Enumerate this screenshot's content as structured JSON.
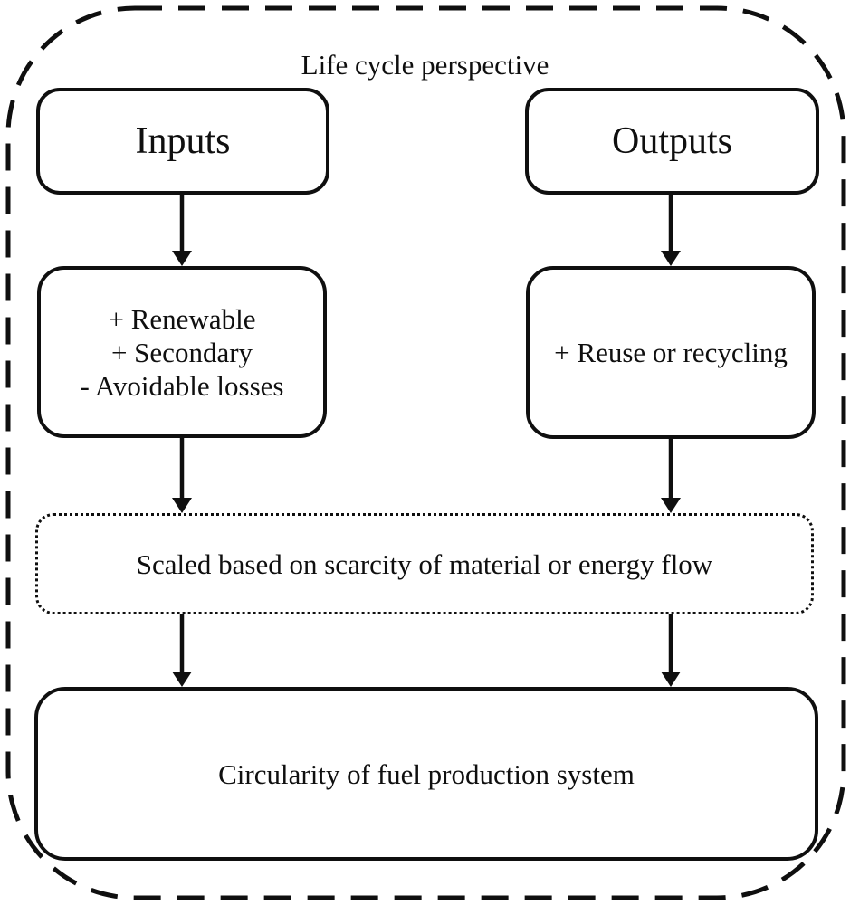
{
  "diagram": {
    "title": "Life cycle perspective",
    "boxes": {
      "inputs": {
        "label": "Inputs"
      },
      "outputs": {
        "label": "Outputs"
      },
      "input_adjustments": {
        "lines": [
          "+ Renewable",
          "+ Secondary",
          "- Avoidable losses"
        ]
      },
      "output_adjustments": {
        "label": "+ Reuse or recycling"
      },
      "scaling": {
        "label": "Scaled based on scarcity of material or energy flow"
      },
      "circularity": {
        "label": "Circularity of fuel production system"
      }
    },
    "colors": {
      "ink": "#0f0f0f",
      "background": "#ffffff"
    }
  }
}
